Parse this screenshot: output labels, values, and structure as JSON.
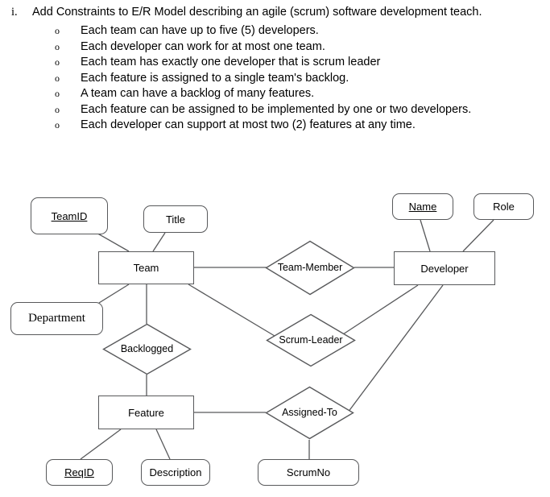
{
  "question": {
    "marker": "i.",
    "prompt": "Add Constraints to E/R Model describing an agile (scrum) software development teach.",
    "bullet_glyph": "o",
    "constraints": [
      "Each team can have up to five (5) developers.",
      "Each developer can work for at most one team.",
      "Each team has exactly one developer that is scrum leader",
      "Each feature is assigned to a single team's backlog.",
      "A team can have a backlog of many features.",
      "Each feature can be assigned to be implemented by one or two developers.",
      "Each developer can support at most two (2) features at any time."
    ]
  },
  "diagram": {
    "type": "er-diagram",
    "stroke_color": "#58595b",
    "entities": [
      {
        "id": "team",
        "label": "Team"
      },
      {
        "id": "developer",
        "label": "Developer"
      },
      {
        "id": "feature",
        "label": "Feature"
      }
    ],
    "attributes": [
      {
        "id": "teamid",
        "label": "TeamID",
        "is_key": true,
        "owner": "team"
      },
      {
        "id": "title",
        "label": "Title",
        "is_key": false,
        "owner": "team"
      },
      {
        "id": "department",
        "label": "Department",
        "is_key": false,
        "owner": "team"
      },
      {
        "id": "name",
        "label": "Name",
        "is_key": true,
        "owner": "developer"
      },
      {
        "id": "role",
        "label": "Role",
        "is_key": false,
        "owner": "developer"
      },
      {
        "id": "reqid",
        "label": "ReqID",
        "is_key": true,
        "owner": "feature"
      },
      {
        "id": "description",
        "label": "Description",
        "is_key": false,
        "owner": "feature"
      },
      {
        "id": "scrumno",
        "label": "ScrumNo",
        "is_key": false,
        "owner": "assigned-to"
      }
    ],
    "relationships": [
      {
        "id": "team-member",
        "label": "Team-Member",
        "connects": [
          "team",
          "developer"
        ]
      },
      {
        "id": "scrum-leader",
        "label": "Scrum-Leader",
        "connects": [
          "team",
          "developer"
        ]
      },
      {
        "id": "backlogged",
        "label": "Backlogged",
        "connects": [
          "team",
          "feature"
        ]
      },
      {
        "id": "assigned-to",
        "label": "Assigned-To",
        "connects": [
          "feature",
          "developer"
        ]
      }
    ]
  }
}
